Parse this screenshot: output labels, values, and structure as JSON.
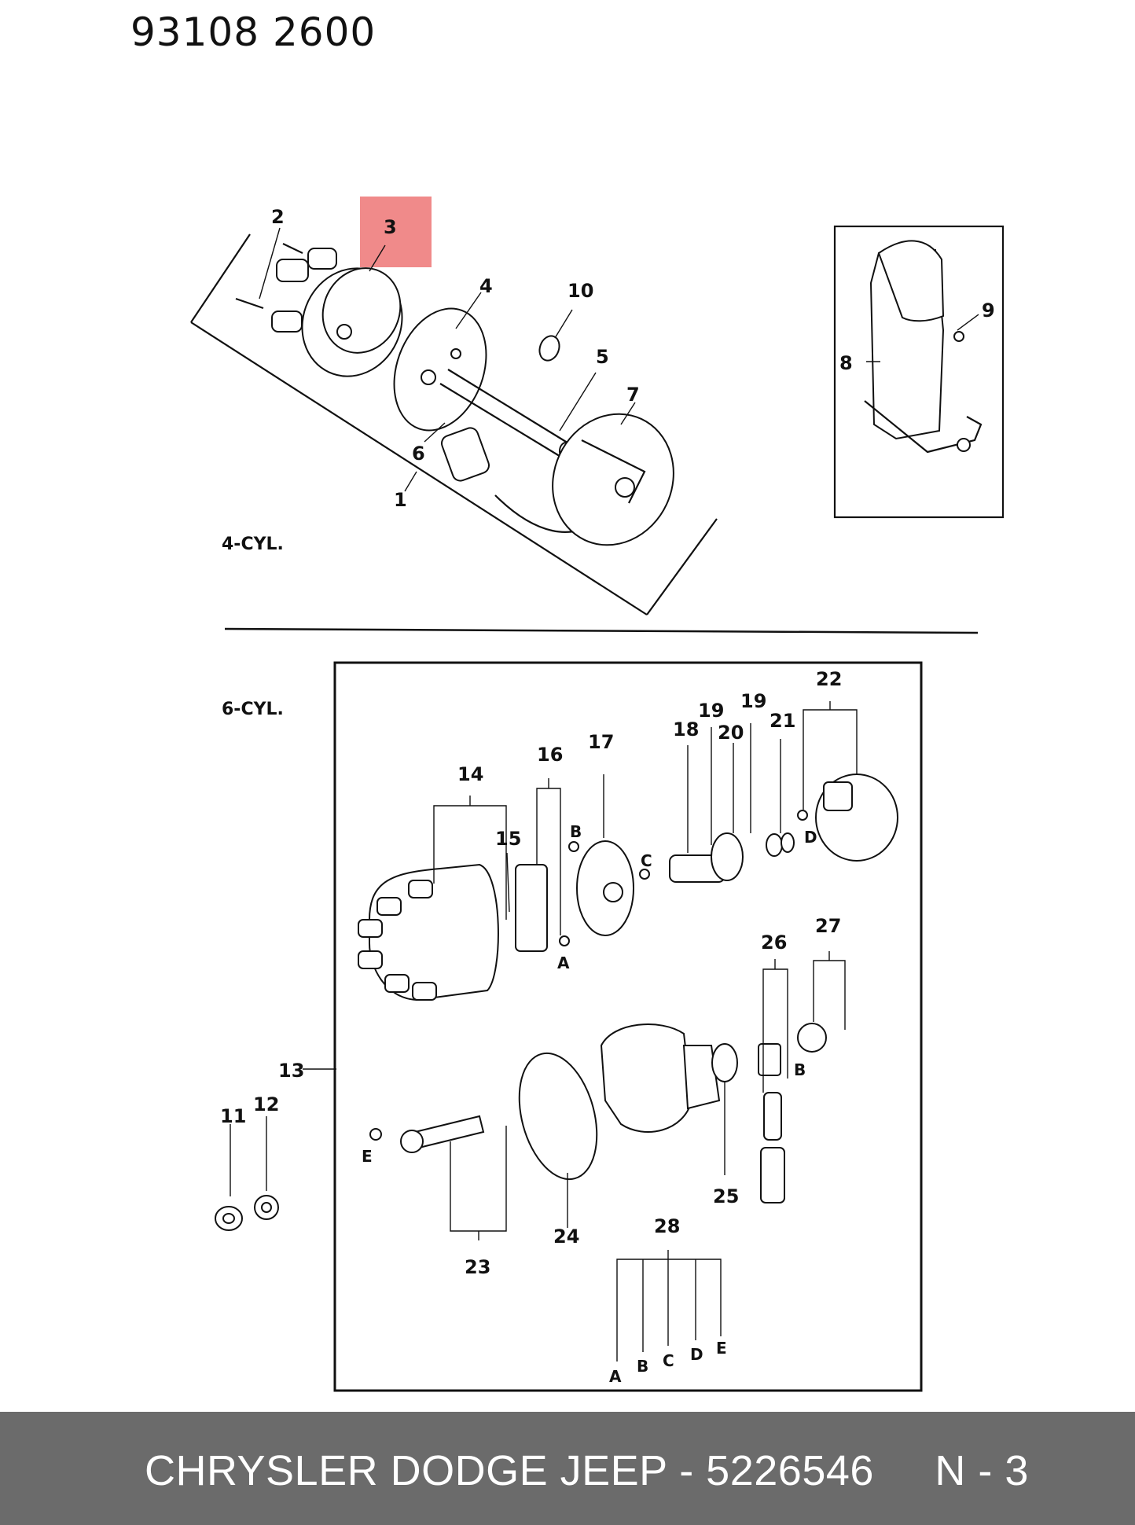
{
  "header": {
    "page_code": "93108  2600"
  },
  "highlight": {
    "part": "3",
    "color": "#f08a8a"
  },
  "sections": {
    "four_cyl": "4-CYL.",
    "six_cyl": "6-CYL."
  },
  "callouts": {
    "p1": "1",
    "p2": "2",
    "p3": "3",
    "p4": "4",
    "p5": "5",
    "p6": "6",
    "p7": "7",
    "p8": "8",
    "p9": "9",
    "p10": "10",
    "p11": "11",
    "p12": "12",
    "p13": "13",
    "p14": "14",
    "p15": "15",
    "p16": "16",
    "p17": "17",
    "p18": "18",
    "p19a": "19",
    "p19b": "19",
    "p20": "20",
    "p21": "21",
    "p22": "22",
    "p23": "23",
    "p24": "24",
    "p25": "25",
    "p26": "26",
    "p27": "27",
    "p28": "28"
  },
  "letters": {
    "A1": "A",
    "B1": "B",
    "C1": "C",
    "D1": "D",
    "E1": "E",
    "B2": "B",
    "A2": "A",
    "B3": "B",
    "C2": "C",
    "D2": "D",
    "E2": "E"
  },
  "footer": {
    "text": "CHRYSLER DODGE JEEP - 5226546     N - 3",
    "background": "#6b6b6b"
  }
}
